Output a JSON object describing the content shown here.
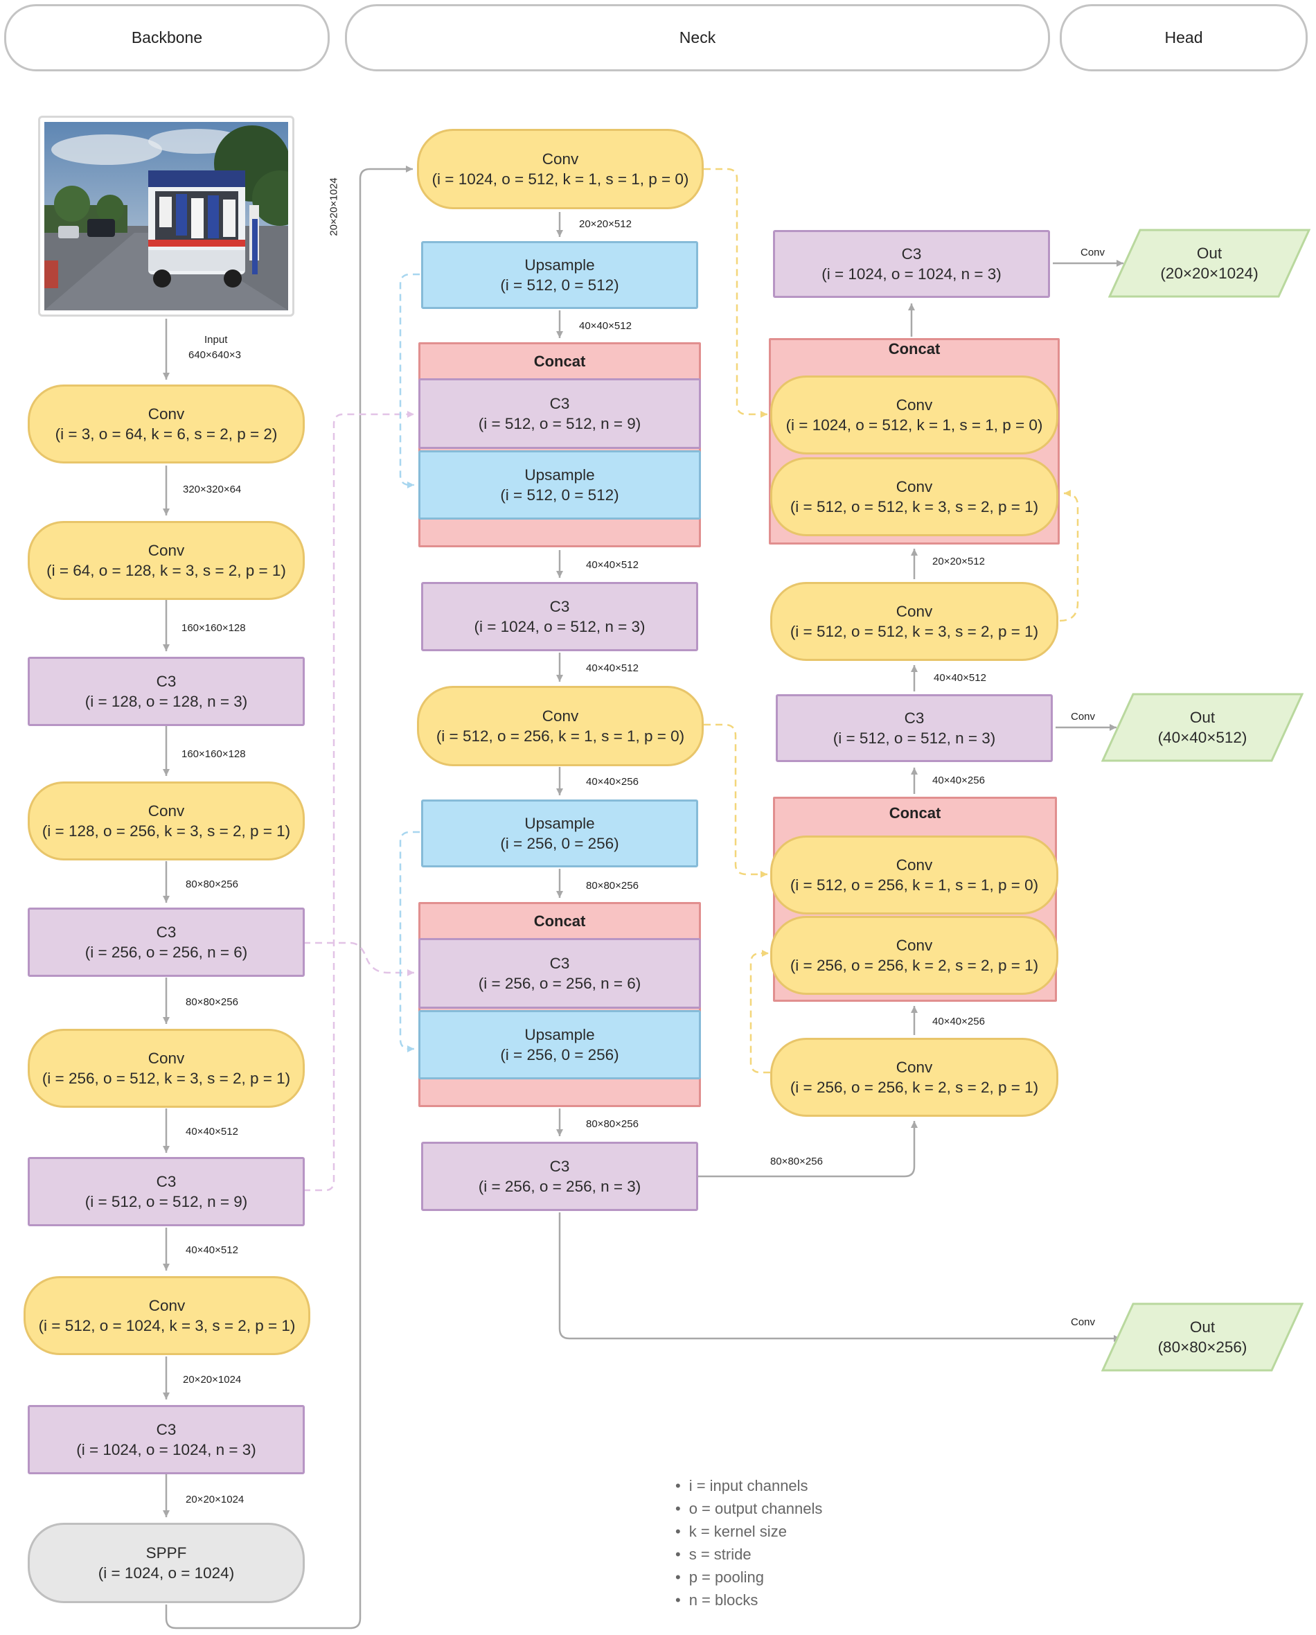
{
  "headers": {
    "backbone": "Backbone",
    "neck": "Neck",
    "head": "Head"
  },
  "backbone": {
    "input_label": "Input",
    "input_shape": "640×640×3",
    "b1": {
      "name": "Conv",
      "params": "(i = 3, o = 64, k = 6, s = 2, p = 2)"
    },
    "e1": "320×320×64",
    "b2": {
      "name": "Conv",
      "params": "(i = 64, o = 128, k = 3, s = 2, p = 1)"
    },
    "e2": "160×160×128",
    "b3": {
      "name": "C3",
      "params": "(i = 128, o = 128, n = 3)"
    },
    "e3": "160×160×128",
    "b4": {
      "name": "Conv",
      "params": "(i = 128, o = 256, k = 3, s = 2, p = 1)"
    },
    "e4": "80×80×256",
    "b5": {
      "name": "C3",
      "params": "(i = 256, o = 256, n = 6)"
    },
    "e5": "80×80×256",
    "b6": {
      "name": "Conv",
      "params": "(i = 256, o = 512, k = 3, s = 2, p = 1)"
    },
    "e6": "40×40×512",
    "b7": {
      "name": "C3",
      "params": "(i = 512, o = 512, n = 9)"
    },
    "e7": "40×40×512",
    "b8": {
      "name": "Conv",
      "params": "(i = 512, o = 1024, k = 3, s = 2, p = 1)"
    },
    "e8": "20×20×1024",
    "b9": {
      "name": "C3",
      "params": "(i = 1024, o = 1024, n = 3)"
    },
    "e9": "20×20×1024",
    "b10": {
      "name": "SPPF",
      "params": "(i = 1024, o = 1024)"
    },
    "link": "20×20×1024"
  },
  "neck": {
    "n1": {
      "name": "Conv",
      "params": "(i = 1024, o = 512, k = 1, s = 1, p = 0)"
    },
    "e1": "20×20×512",
    "n2": {
      "name": "Upsample",
      "params": "(i = 512, 0 = 512)"
    },
    "e2": "40×40×512",
    "concat1": {
      "title": "Concat",
      "c3": {
        "name": "C3",
        "params": "(i = 512, o = 512, n = 9)"
      },
      "up": {
        "name": "Upsample",
        "params": "(i = 512, 0 = 512)"
      }
    },
    "e3": "40×40×512",
    "n3": {
      "name": "C3",
      "params": "(i = 1024, o = 512, n = 3)"
    },
    "e4": "40×40×512",
    "n4": {
      "name": "Conv",
      "params": "(i = 512, o = 256, k = 1, s = 1, p = 0)"
    },
    "e5": "40×40×256",
    "n5": {
      "name": "Upsample",
      "params": "(i = 256, 0 = 256)"
    },
    "e6": "80×80×256",
    "concat2": {
      "title": "Concat",
      "c3": {
        "name": "C3",
        "params": "(i = 256, o = 256, n = 6)"
      },
      "up": {
        "name": "Upsample",
        "params": "(i = 256, 0 = 256)"
      }
    },
    "e7": "80×80×256",
    "n6": {
      "name": "C3",
      "params": "(i = 256, o = 256, n = 3)"
    },
    "e8": "80×80×256"
  },
  "head": {
    "h_top_c3": {
      "name": "C3",
      "params": "(i = 1024, o = 1024, n = 3)"
    },
    "out1_conv": "Conv",
    "out1": {
      "name": "Out",
      "shape": "(20×20×1024)"
    },
    "concatA": {
      "title": "Concat",
      "conv1": {
        "name": "Conv",
        "params": "(i = 1024, o = 512, k = 1, s = 1, p = 0)"
      },
      "conv2": {
        "name": "Conv",
        "params": "(i = 512, o = 512, k = 3, s = 2, p = 1)"
      }
    },
    "eA": "20×20×512",
    "h_conv_mid": {
      "name": "Conv",
      "params": "(i = 512, o = 512, k = 3, s = 2, p = 1)"
    },
    "eB": "40×40×512",
    "h_c3_mid": {
      "name": "C3",
      "params": "(i = 512, o = 512, n = 3)"
    },
    "out2_conv": "Conv",
    "out2": {
      "name": "Out",
      "shape": "(40×40×512)"
    },
    "eC": "40×40×256",
    "concatB": {
      "title": "Concat",
      "conv1": {
        "name": "Conv",
        "params": "(i = 512, o = 256, k = 1, s = 1, p = 0)"
      },
      "conv2": {
        "name": "Conv",
        "params": "(i = 256, o = 256, k = 2, s = 2, p = 1)"
      }
    },
    "eD": "40×40×256",
    "h_conv_low": {
      "name": "Conv",
      "params": "(i = 256, o = 256, k = 2, s = 2, p = 1)"
    },
    "out3_conv": "Conv",
    "out3": {
      "name": "Out",
      "shape": "(80×80×256)"
    }
  },
  "legend": [
    "i = input channels",
    "o = output channels",
    "k = kernel size",
    "s = stride",
    "p = pooling",
    "n = blocks"
  ],
  "colors": {
    "conv": "#fde390",
    "c3": "#e2cfe4",
    "upsample": "#b6e1f7",
    "concat": "#f8c3c3",
    "sppf": "#e7e7e7",
    "out": "#e4f2d4"
  },
  "photo": "street scene with a white truck carrying students"
}
